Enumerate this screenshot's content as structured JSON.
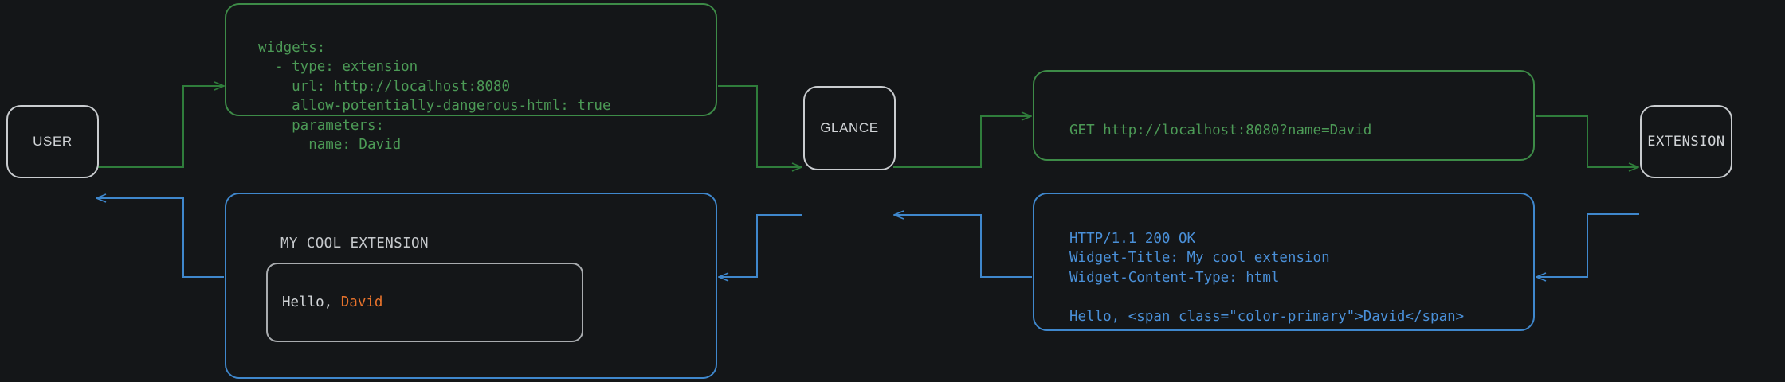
{
  "diagram": {
    "title": "Glance extension widget request/response flow",
    "background_color": "#141618",
    "colors": {
      "node_border": "#c9cccf",
      "request_green": "#3d8b47",
      "request_green_text": "#4c9a56",
      "response_blue": "#3f87cc",
      "response_blue_text": "#4a90d9",
      "accent_orange": "#e8732c",
      "neutral_text": "#d2d5d8"
    }
  },
  "nodes": {
    "user": {
      "label": "USER"
    },
    "glance": {
      "label": "GLANCE"
    },
    "extension": {
      "label": "EXTENSION"
    }
  },
  "boxes": {
    "yaml_config": {
      "flow": "request",
      "code": "widgets:\n  - type: extension\n    url: http://localhost:8080\n    allow-potentially-dangerous-html: true\n    parameters:\n      name: David"
    },
    "http_request": {
      "flow": "request",
      "code": "GET http://localhost:8080?name=David"
    },
    "http_response": {
      "flow": "response",
      "code": "HTTP/1.1 200 OK\nWidget-Title: My cool extension\nWidget-Content-Type: html\n\nHello, <span class=\"color-primary\">David</span>"
    },
    "rendered_widget": {
      "flow": "response",
      "widget_title": "MY COOL EXTENSION",
      "greeting_prefix": "Hello, ",
      "greeting_name": "David"
    }
  },
  "edges": [
    {
      "name": "user-to-yaml",
      "flow": "request",
      "from": "user",
      "to": "yaml_config"
    },
    {
      "name": "yaml-to-glance",
      "flow": "request",
      "from": "yaml_config",
      "to": "glance"
    },
    {
      "name": "glance-to-request",
      "flow": "request",
      "from": "glance",
      "to": "http_request"
    },
    {
      "name": "request-to-extension",
      "flow": "request",
      "from": "http_request",
      "to": "extension"
    },
    {
      "name": "extension-to-response",
      "flow": "response",
      "from": "extension",
      "to": "http_response"
    },
    {
      "name": "response-to-glance",
      "flow": "response",
      "from": "http_response",
      "to": "glance"
    },
    {
      "name": "glance-to-widget",
      "flow": "response",
      "from": "glance",
      "to": "rendered_widget"
    },
    {
      "name": "widget-to-user",
      "flow": "response",
      "from": "rendered_widget",
      "to": "user"
    }
  ]
}
